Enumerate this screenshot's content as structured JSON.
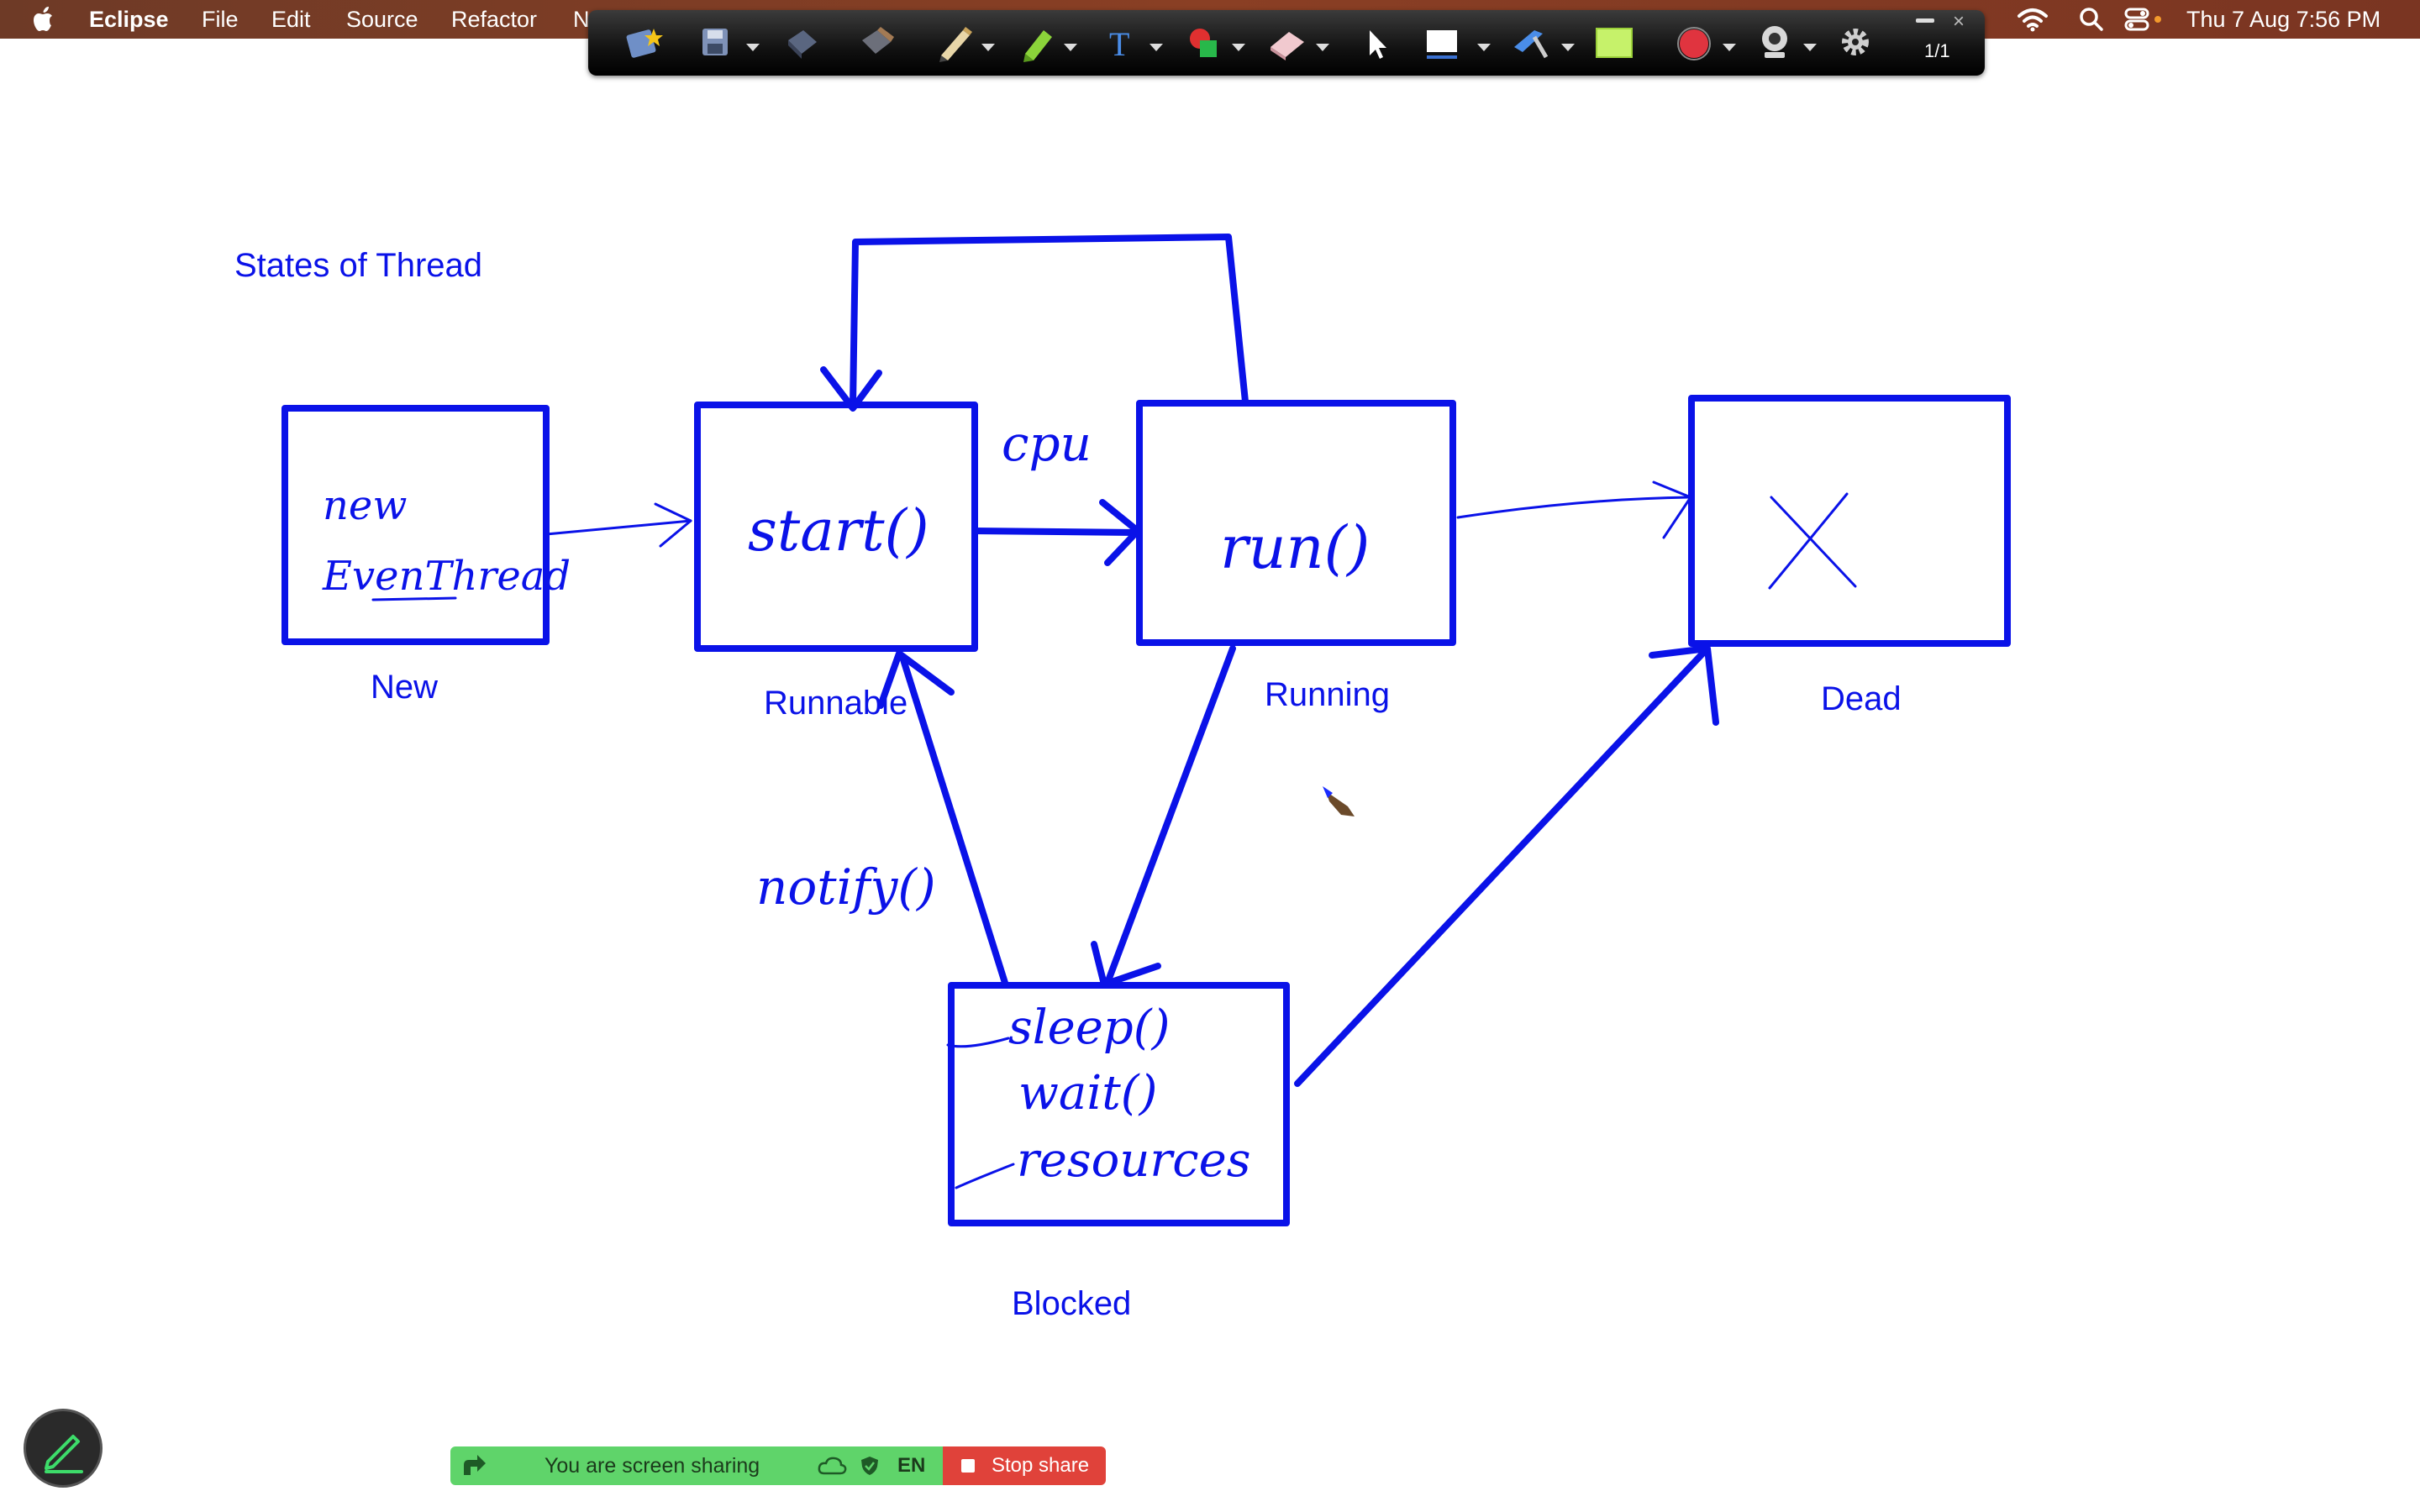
{
  "menubar": {
    "app_name": "Eclipse",
    "menus": [
      "File",
      "Edit",
      "Source",
      "Refactor",
      "N"
    ],
    "datetime": "Thu 7 Aug  7:56 PM"
  },
  "annotation_toolbar": {
    "tools": [
      "spotlight-icon",
      "save-icon",
      "eraser-board-icon",
      "clear-icon",
      "pencil-icon",
      "highlighter-icon",
      "text-icon",
      "shapes-icon",
      "eraser-icon",
      "arrow-pointer-icon",
      "rectangle-icon",
      "line-tool-icon",
      "color-swatch-icon",
      "record-icon",
      "webcam-icon",
      "settings-icon"
    ],
    "page_indicator": "1/1"
  },
  "diagram": {
    "title": "States of Thread",
    "states": [
      {
        "id": "new",
        "label": "New",
        "content": "new EvenThread"
      },
      {
        "id": "runnable",
        "label": "Runnable",
        "content": "start()"
      },
      {
        "id": "running",
        "label": "Running",
        "content": "run()"
      },
      {
        "id": "dead",
        "label": "Dead",
        "content": "X"
      },
      {
        "id": "blocked",
        "label": "Blocked",
        "content": "sleep() wait() resources"
      }
    ],
    "edge_labels": {
      "runnable_to_running": "cpu",
      "blocked_to_runnable": "notify()"
    },
    "ink_color": "#0a12e8"
  },
  "screen_share": {
    "status_text": "You are screen sharing",
    "language": "EN",
    "stop_label": "Stop share"
  }
}
